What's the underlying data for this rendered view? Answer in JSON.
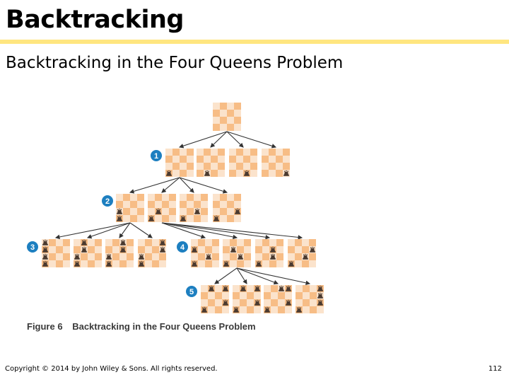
{
  "slide": {
    "title": "Backtracking",
    "subtitle": "Backtracking in the Four Queens Problem"
  },
  "figure": {
    "number": "Figure 6",
    "caption": "Backtracking in the Four Queens Problem",
    "step_labels": [
      "1",
      "2",
      "3",
      "4",
      "5"
    ],
    "colors": {
      "light_square": "#fbe3cc",
      "dark_square": "#f7bd86",
      "queen": "#4a3a30",
      "step_badge": "#1d7fc0",
      "arrow": "#333333"
    },
    "queen_icon": "chess-queen-icon",
    "boards": [
      {
        "level": 0,
        "queens": []
      },
      {
        "level": 1,
        "queens": [
          [
            3,
            0
          ]
        ]
      },
      {
        "level": 1,
        "queens": [
          [
            3,
            1
          ]
        ]
      },
      {
        "level": 1,
        "queens": [
          [
            3,
            2
          ]
        ]
      },
      {
        "level": 1,
        "queens": [
          [
            3,
            3
          ]
        ]
      },
      {
        "level": 2,
        "queens": [
          [
            3,
            0
          ],
          [
            2,
            0
          ]
        ]
      },
      {
        "level": 2,
        "queens": [
          [
            3,
            0
          ],
          [
            2,
            1
          ]
        ]
      },
      {
        "level": 2,
        "queens": [
          [
            3,
            0
          ],
          [
            2,
            2
          ]
        ]
      },
      {
        "level": 2,
        "queens": [
          [
            3,
            0
          ],
          [
            2,
            3
          ]
        ]
      },
      {
        "level": 3,
        "queens": [
          [
            3,
            0
          ],
          [
            2,
            0
          ],
          [
            0,
            0
          ],
          [
            1,
            0
          ]
        ]
      },
      {
        "level": 3,
        "queens": [
          [
            3,
            0
          ],
          [
            2,
            0
          ],
          [
            0,
            1
          ],
          [
            1,
            1
          ]
        ]
      },
      {
        "level": 3,
        "queens": [
          [
            3,
            0
          ],
          [
            2,
            0
          ],
          [
            0,
            2
          ],
          [
            1,
            2
          ]
        ]
      },
      {
        "level": 3,
        "queens": [
          [
            3,
            0
          ],
          [
            2,
            0
          ],
          [
            0,
            3
          ],
          [
            1,
            3
          ]
        ]
      },
      {
        "level": 3,
        "queens": [
          [
            3,
            0
          ],
          [
            1,
            0
          ],
          [
            2,
            2
          ]
        ]
      },
      {
        "level": 3,
        "queens": [
          [
            3,
            0
          ],
          [
            1,
            1
          ],
          [
            2,
            2
          ]
        ]
      },
      {
        "level": 3,
        "queens": [
          [
            3,
            0
          ],
          [
            1,
            2
          ],
          [
            2,
            2
          ]
        ]
      },
      {
        "level": 3,
        "queens": [
          [
            3,
            0
          ],
          [
            1,
            3
          ],
          [
            2,
            2
          ]
        ]
      },
      {
        "level": 4,
        "queens": [
          [
            3,
            0
          ],
          [
            2,
            3
          ],
          [
            0,
            1
          ],
          [
            0,
            3
          ]
        ]
      },
      {
        "level": 4,
        "queens": [
          [
            3,
            0
          ],
          [
            2,
            3
          ],
          [
            0,
            1
          ],
          [
            0,
            3
          ]
        ]
      },
      {
        "level": 4,
        "queens": [
          [
            3,
            0
          ],
          [
            2,
            3
          ],
          [
            0,
            2
          ],
          [
            0,
            3
          ]
        ]
      },
      {
        "level": 4,
        "queens": [
          [
            3,
            0
          ],
          [
            2,
            3
          ],
          [
            0,
            3
          ],
          [
            1,
            3
          ]
        ]
      }
    ],
    "edges": [
      [
        0,
        1
      ],
      [
        0,
        2
      ],
      [
        0,
        3
      ],
      [
        0,
        4
      ],
      [
        1,
        5
      ],
      [
        1,
        6
      ],
      [
        1,
        7
      ],
      [
        1,
        8
      ],
      [
        5,
        9
      ],
      [
        5,
        10
      ],
      [
        5,
        11
      ],
      [
        5,
        12
      ],
      [
        6,
        13
      ],
      [
        6,
        14
      ],
      [
        6,
        15
      ],
      [
        6,
        16
      ],
      [
        14,
        17
      ],
      [
        14,
        18
      ],
      [
        14,
        19
      ],
      [
        14,
        20
      ]
    ]
  },
  "footer": {
    "copyright": "Copyright © 2014 by John Wiley & Sons. All rights reserved.",
    "page_number": "112"
  }
}
